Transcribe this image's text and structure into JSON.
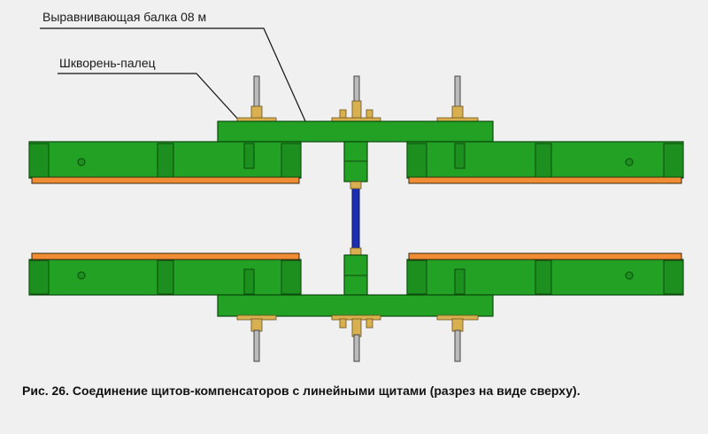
{
  "labels": {
    "beam": "Выравнивающая балка 08 м",
    "pin": "Шкворень-палец"
  },
  "caption": "Рис. 26.  Соединение щитов-компенсаторов  с линейными щитами (разрез на виде сверху).",
  "colors": {
    "panel": "#22a124",
    "edge_strip": "#f08c34",
    "rod": "#1a2fb0",
    "pin": "#d8b050",
    "background": "#f0f0f0"
  }
}
